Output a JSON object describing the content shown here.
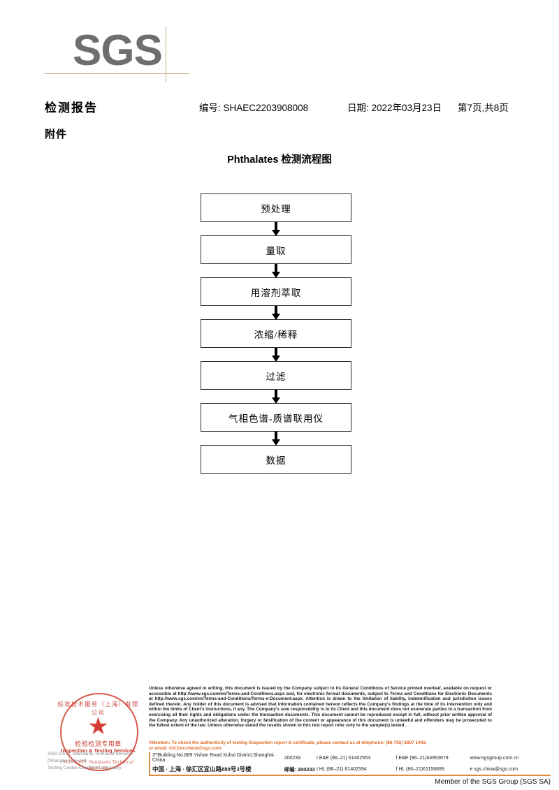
{
  "logo": {
    "text": "SGS",
    "rule_color": "#c9a987",
    "text_color": "#6e6e6e"
  },
  "header": {
    "title": "检测报告",
    "report_no": "编号: SHAEC2203908008",
    "date": "日期: 2022年03月23日",
    "page": "第7页,共8页",
    "attachment_label": "附件"
  },
  "flowchart": {
    "title": "Phthalates 检测流程图",
    "steps": [
      {
        "label": "预处理"
      },
      {
        "label": "量取"
      },
      {
        "label": "用溶剂萃取"
      },
      {
        "label": "浓缩/稀释"
      },
      {
        "label": "过滤"
      },
      {
        "label": "气相色谱-质谱联用仪"
      },
      {
        "label": "数据"
      }
    ]
  },
  "seal": {
    "arc_top": "标准技术服务（上海）有限公司",
    "star": "★",
    "cn_text": "检验检测专用章",
    "en_text": "Inspection & Testing Services",
    "arc_bottom": "SGS-CSTC Standards Technical Services",
    "color": "#c83c30"
  },
  "company": {
    "line1": "SGS-CSTC Standards Technical Services (Shanghai) Co.,Ltd.",
    "line2": "Testing Center-Chemical Laboratory."
  },
  "footer": {
    "legal": "Unless otherwise agreed in writing, this document is issued by the Company subject to its General Conditions of Service printed overleaf, available on request or accessible at http://www.sgs.com/en/Terms-and-Conditions.aspx and, for electronic format documents, subject to Terms and Conditions for Electronic Documents at http://www.sgs.com/en/Terms-and-Conditions/Terms-e-Document.aspx. Attention is drawn to the limitation of liability, indemnification and jurisdiction issues defined therein. Any holder of this document is advised that information contained hereon reflects the Company's findings at the time of its intervention only and within the limits of Client's instructions, if any. The Company's sole responsibility is to its Client and this document does not exonerate parties to a transaction from exercising all their rights and obligations under the transaction documents. This document cannot be reproduced except in full, without prior written approval of the Company. Any unauthorized alteration, forgery or falsification of the content or appearance of this document is unlawful and offenders may be prosecuted to the fullest extent of the law. Unless otherwise stated the results shown in this test report refer only to the sample(s) tested .",
    "attention_line1": "Attention: To check the authenticity of testing /inspection report & certificate, please contact us at telephone: (86-755) 8307 1443,",
    "attention_line2": "or email: CN.Doccheck@sgs.com",
    "attention_color": "#e06a20",
    "address_rows": [
      {
        "street": "3\"ᵗBuilding,No.889 Yishan Road Xuhui District,Shanghai China",
        "zip": "200233",
        "tel1": "t E&E (86–21) 61402553",
        "tel2": "f E&E (86–21)64953679",
        "web": "www.sgsgroup.com.cn"
      },
      {
        "street": "中国 · 上海 · 徐汇区宜山路889号3号楼",
        "zip": "邮编: 200233",
        "tel1": "t HL (86–21) 61402594",
        "tel2": "f HL (86–21)61156899",
        "web": "e sgs.china@sgs.com"
      }
    ],
    "member": "Member of the SGS Group (SGS SA)",
    "rule_color": "#e08a3c"
  }
}
